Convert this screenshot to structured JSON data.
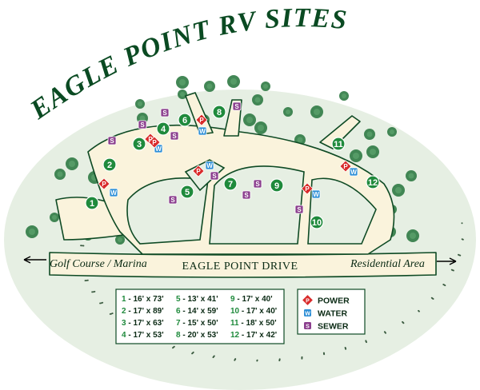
{
  "title": "EAGLE POINT RV SITES",
  "colors": {
    "background": "#e6efe3",
    "road": "#faf3dc",
    "road_edge": "#0e4a24",
    "site_green": "#1f8a3c",
    "tree": "#2f7a44",
    "power": "#d92b2b",
    "water": "#2e8fd6",
    "sewer": "#8b3f8e",
    "title": "#0a4a22"
  },
  "roads": {
    "main": "EAGLE POINT DRIVE",
    "left": "Golf Course / Marina",
    "right": "Residential Area"
  },
  "symbols": {
    "power": "P",
    "water": "W",
    "sewer": "S"
  },
  "sites": [
    {
      "number": "1",
      "size": "16' x 73'"
    },
    {
      "number": "2",
      "size": "17' x 89'"
    },
    {
      "number": "3",
      "size": "17' x 63'"
    },
    {
      "number": "4",
      "size": "17' x 53'"
    },
    {
      "number": "5",
      "size": "13' x 41'"
    },
    {
      "number": "6",
      "size": "14' x 59'"
    },
    {
      "number": "7",
      "size": "15' x 50'"
    },
    {
      "number": "8",
      "size": "20' x 53'"
    },
    {
      "number": "9",
      "size": "17' x 40'"
    },
    {
      "number": "10",
      "size": "17' x 40'"
    },
    {
      "number": "11",
      "size": "18' x 50'"
    },
    {
      "number": "12",
      "size": "17' x 42'"
    }
  ],
  "legend": [
    {
      "symbol": "P",
      "label": "POWER",
      "color": "#d92b2b"
    },
    {
      "symbol": "W",
      "label": "WATER",
      "color": "#2e8fd6"
    },
    {
      "symbol": "S",
      "label": "SEWER",
      "color": "#8b3f8e"
    }
  ]
}
